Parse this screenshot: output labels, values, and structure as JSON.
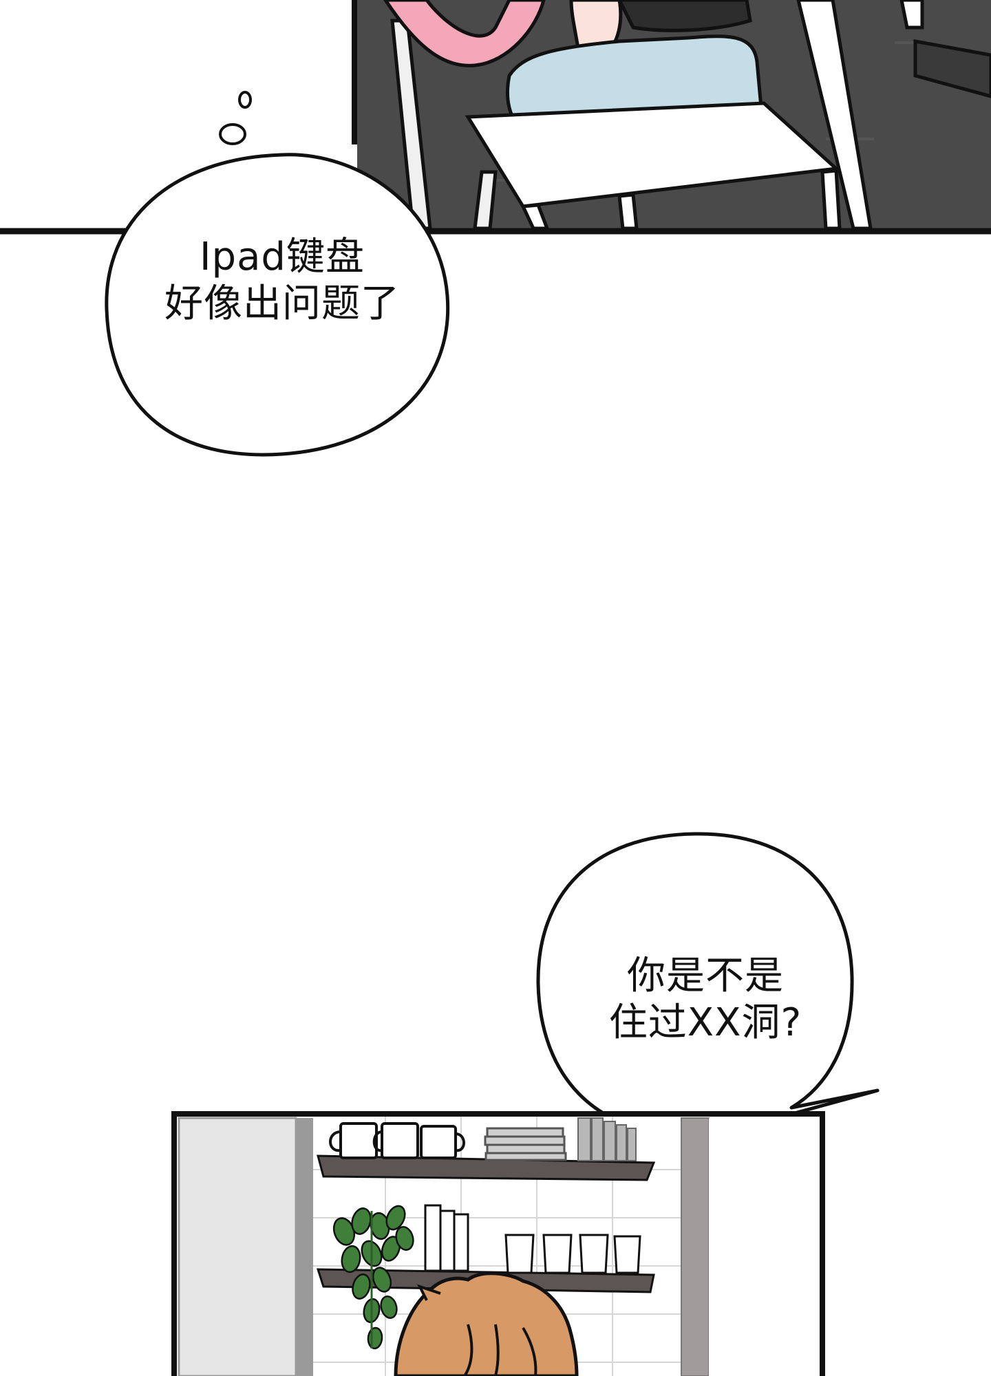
{
  "bubbles": [
    {
      "lines": [
        "Ipad键盘",
        "好像出问题了"
      ]
    },
    {
      "lines": [
        "你是不是",
        "住过XX洞?"
      ]
    }
  ],
  "colors": {
    "ink": "#111111",
    "paper": "#ffffff",
    "floor_dark": "#4a4a4a",
    "hair_pink": "#f4a7b9",
    "jeans_blue": "#c5dde6",
    "hair_orange": "#d79a66",
    "shelf_brown": "#5c5553",
    "plant_green": "#3f7f3a"
  }
}
